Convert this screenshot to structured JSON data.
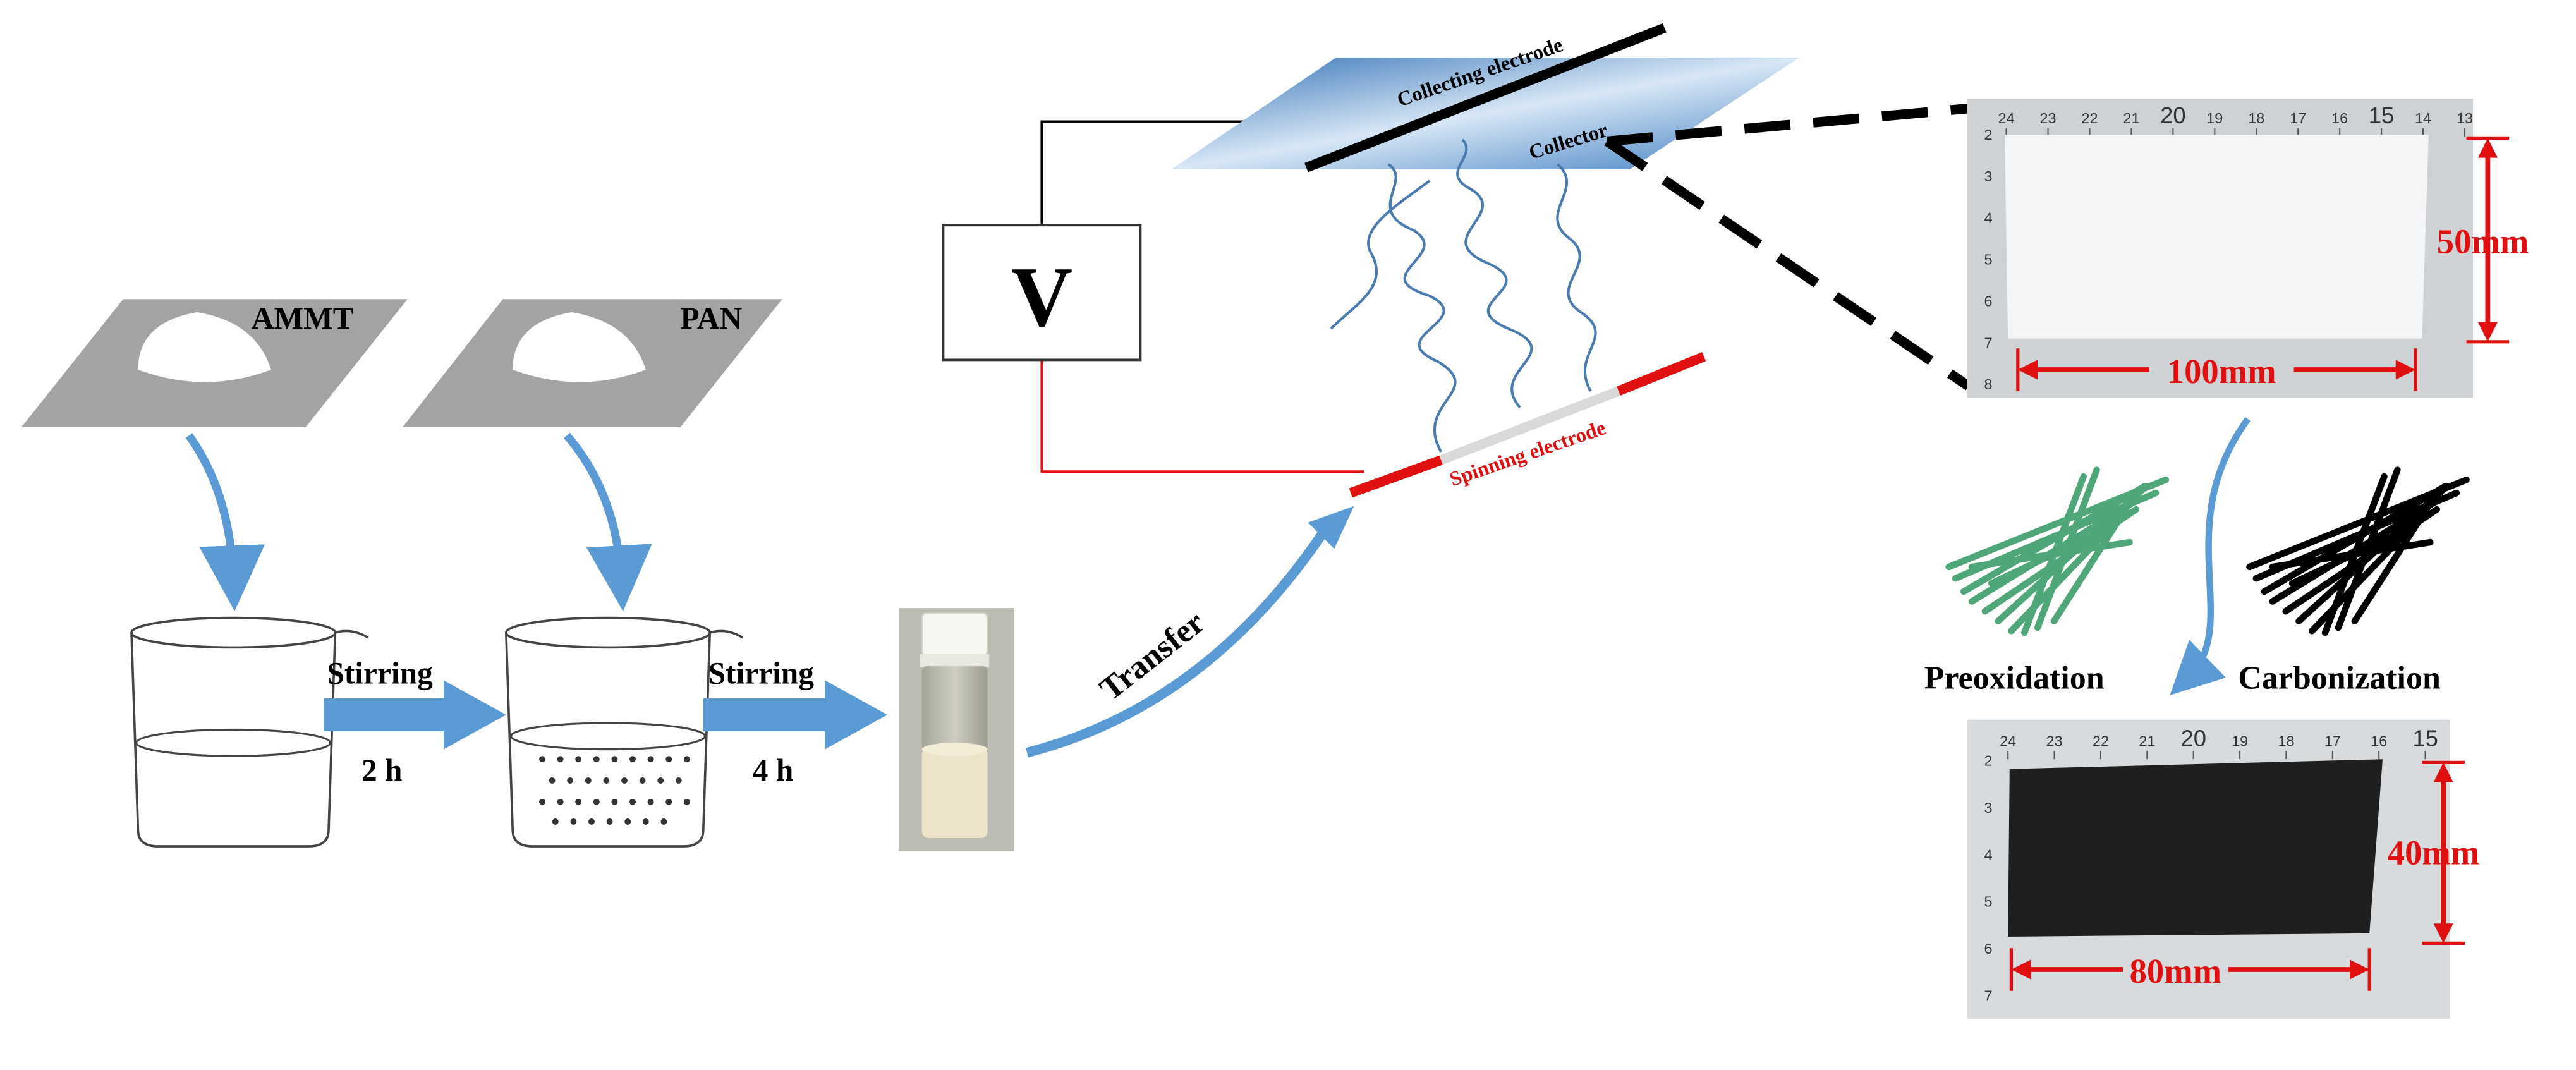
{
  "powders": {
    "ammt": "AMMT",
    "pan": "PAN"
  },
  "steps": {
    "stir1_label": "Stirring",
    "stir1_time": "2 h",
    "stir2_label": "Stirring",
    "stir2_time": "4 h",
    "transfer": "Transfer"
  },
  "electrospinning": {
    "voltage": "V",
    "collecting_electrode": "Collecting electrode",
    "collector": "Collector",
    "spinning_electrode": "Spinning electrode"
  },
  "photo_top": {
    "ruler_ticks": [
      "24",
      "23",
      "22",
      "21",
      "20",
      "19",
      "18",
      "17",
      "16",
      "15",
      "14",
      "13"
    ],
    "ruler_side": [
      "2",
      "3",
      "4",
      "5",
      "6",
      "7",
      "8"
    ],
    "width_label": "100mm",
    "height_label": "50mm"
  },
  "treatments": {
    "preox": "Preoxidation",
    "carbon": "Carbonization"
  },
  "photo_bottom": {
    "ruler_ticks": [
      "24",
      "23",
      "22",
      "21",
      "20",
      "19",
      "18",
      "17",
      "16",
      "15"
    ],
    "ruler_side": [
      "2",
      "3",
      "4",
      "5",
      "6",
      "7"
    ],
    "width_label": "80mm",
    "height_label": "40mm"
  },
  "colors": {
    "arrow": "#5b9bd5",
    "red": "#e01010",
    "plate": "#4a86c5",
    "fiber": "#4a7bb0",
    "green_fiber": "#4fa678"
  }
}
